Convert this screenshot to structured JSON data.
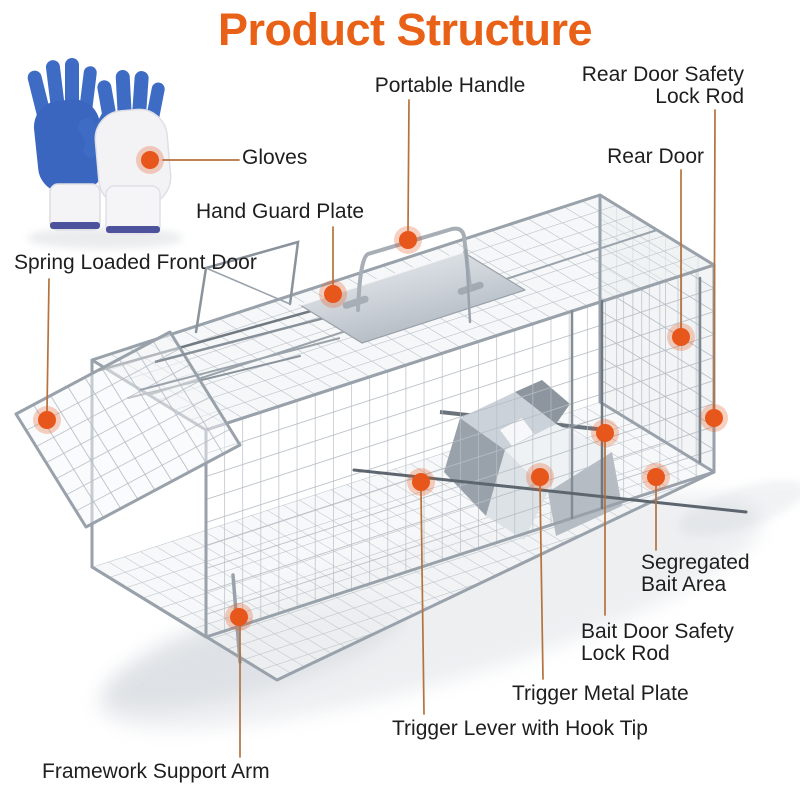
{
  "title": "Product Structure",
  "labels": {
    "gloves": "Gloves",
    "portable_handle": "Portable Handle",
    "hand_guard_plate": "Hand Guard Plate",
    "spring_loaded_front_door": "Spring Loaded Front Door",
    "rear_door_safety_lock_rod": "Rear Door Safety Lock Rod",
    "rear_door": "Rear Door",
    "segregated_bait_area": "Segregated Bait Area",
    "bait_door_safety_lock_rod": "Bait Door Safety Lock Rod",
    "trigger_metal_plate": "Trigger Metal Plate",
    "trigger_lever_with_hook_tip": "Trigger Lever with Hook Tip",
    "framework_support_arm": "Framework Support Arm"
  },
  "colors": {
    "accent": "#e96017",
    "leader_line": "#b5723c",
    "callout_dot": "#e7571b",
    "glove_blue": "#3e6cc4",
    "cage_wire": "#b9c0c8"
  }
}
